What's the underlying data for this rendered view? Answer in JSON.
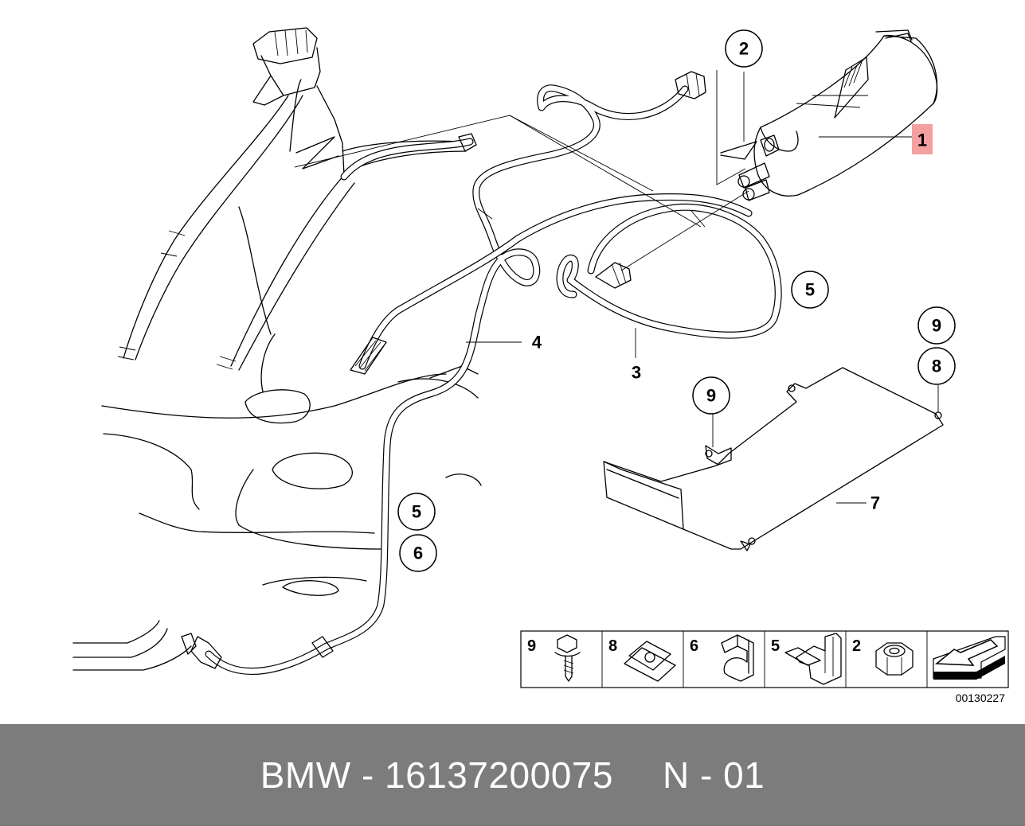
{
  "diagram": {
    "callouts": {
      "c1": "1",
      "c2": "2",
      "c3": "3",
      "c4": "4",
      "c5a": "5",
      "c5b": "5",
      "c6": "6",
      "c7": "7",
      "c8": "8",
      "c9a": "9",
      "c9b": "9"
    },
    "highlight_color": "#f4a0a0",
    "legend": [
      {
        "number": "9",
        "icon": "screw-icon"
      },
      {
        "number": "8",
        "icon": "clip-nut-icon"
      },
      {
        "number": "6",
        "icon": "hose-clamp-icon"
      },
      {
        "number": "5",
        "icon": "hose-holder-icon"
      },
      {
        "number": "2",
        "icon": "hex-nut-icon"
      },
      {
        "number": "",
        "icon": "direction-arrow-icon"
      }
    ],
    "doc_code": "00130227"
  },
  "footer": {
    "part_text": "BMW - 16137200075",
    "page_text": "N - 01"
  }
}
